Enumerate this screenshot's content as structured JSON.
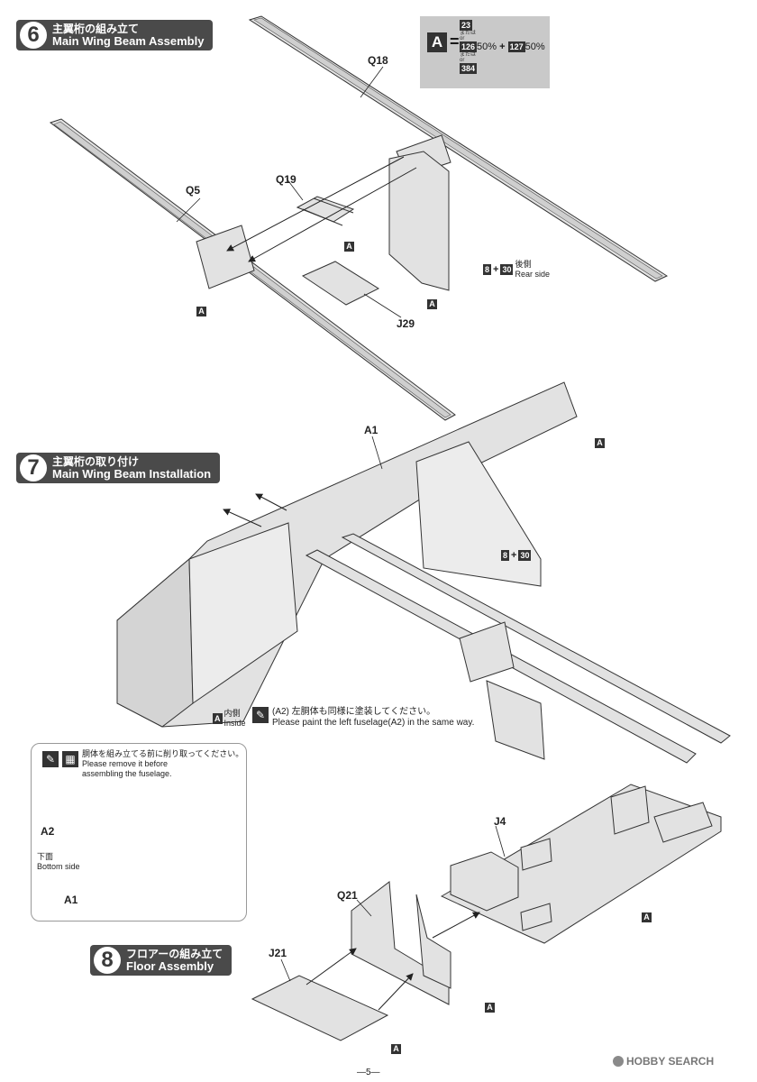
{
  "step6": {
    "number": "6",
    "title_jp": "主翼桁の組み立て",
    "title_en": "Main Wing Beam Assembly"
  },
  "step7": {
    "number": "7",
    "title_jp": "主翼桁の取り付け",
    "title_en": "Main Wing Beam Installation"
  },
  "step8": {
    "number": "8",
    "title_jp": "フロアーの組み立て",
    "title_en": "Floor Assembly"
  },
  "mix": {
    "letter": "A",
    "equals": "=",
    "code1": "23",
    "or1": "または",
    "or1b": "or",
    "code2": "126",
    "pct2": "50%",
    "plus": "+",
    "code3": "127",
    "pct3": "50%",
    "or2": "または",
    "or2b": "or",
    "code4": "384"
  },
  "parts": {
    "q18": "Q18",
    "q5": "Q5",
    "q19": "Q19",
    "j29": "J29",
    "a1": "A1",
    "j4": "J4",
    "q21": "Q21",
    "j21": "J21",
    "a2": "A2",
    "a1_inset": "A1"
  },
  "color_letter": "A",
  "rear_side": {
    "code_a": "8",
    "plus": "+",
    "code_b": "30",
    "jp": "後側",
    "en": "Rear side"
  },
  "mix_8_30": {
    "code_a": "8",
    "plus": "+",
    "code_b": "30"
  },
  "inside": {
    "jp": "内側",
    "en": "Inside"
  },
  "paint_note": {
    "jp": "(A2) 左胴体も同様に塗装してください。",
    "en": "Please paint the left fuselage(A2) in the same way."
  },
  "remove_note": {
    "jp": "胴体を組み立てる前に削り取ってください。",
    "en1": "Please remove it before",
    "en2": "assembling the fuselage."
  },
  "bottom_side": {
    "jp": "下面",
    "en": "Bottom side"
  },
  "page_number": "—5—",
  "watermark": "HOBBY SEARCH"
}
